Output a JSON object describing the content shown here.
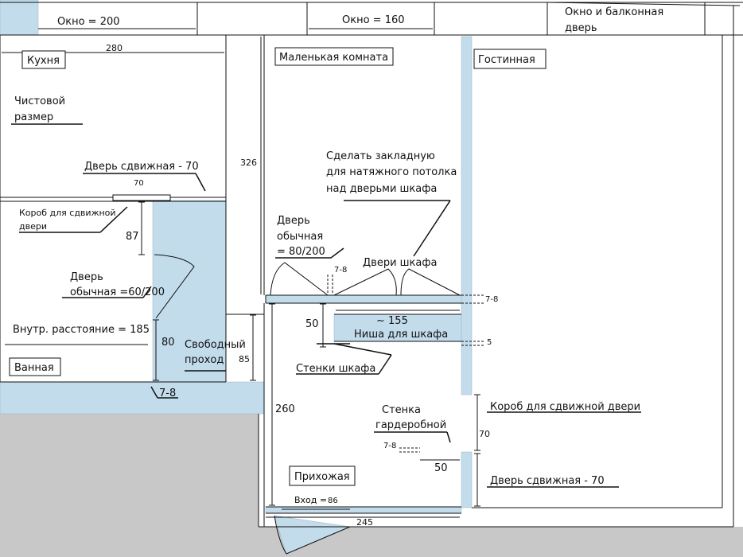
{
  "rooms": {
    "kitchen": "Кухня",
    "small_room": "Маленькая комната",
    "living_room": "Гостинная",
    "bathroom": "Ванная",
    "hallway": "Прихожая"
  },
  "windows": {
    "kitchen": "Окно = 200",
    "small_room": "Окно = 160",
    "balcony_line1": "Окно и балконная",
    "balcony_line2": "дверь"
  },
  "dimensions": {
    "kitchen_width": "280",
    "height_326": "326",
    "door_70": "70",
    "d87": "87",
    "d80": "80",
    "d85": "85",
    "d78_bath": "7-8",
    "d260": "260",
    "d50_niche": "50",
    "d155": "~ 155",
    "d78_top": "7-8",
    "d78_right": "7-8",
    "d5": "5",
    "d70_right": "70",
    "d78_wardrobe": "7-8",
    "d50_wardrobe": "50",
    "d245": "245",
    "entrance_86": "86"
  },
  "labels": {
    "clean_size_1": "Чистовой",
    "clean_size_2": "размер",
    "sliding_door_70": "Дверь сдвижная - 70",
    "sliding_box_1": "Короб для сдвижной",
    "sliding_box_2": "двери",
    "normal_door_60_1": "Дверь",
    "normal_door_60_2": "обычная =60/200",
    "inner_distance": "Внутр. расстояние = 185",
    "free_pass_1": "Свободный",
    "free_pass_2": "проход",
    "ceiling_note_1": "Сделать закладную",
    "ceiling_note_2": "для натяжного потолка",
    "ceiling_note_3": "над дверьми шкафа",
    "normal_door_80_1": "Дверь",
    "normal_door_80_2": "обычная",
    "normal_door_80_3": "= 80/200",
    "wardrobe_doors": "Двери шкафа",
    "niche": "Ниша для шкафа",
    "wardrobe_walls": "Стенки шкафа",
    "dressing_wall_1": "Стенка",
    "dressing_wall_2": "гардеробной",
    "sliding_box_right": "Короб для сдвижной двери",
    "sliding_door_right": "Дверь сдвижная - 70",
    "entrance": "Вход ="
  },
  "colors": {
    "wall": "#c3dcec",
    "line": "#111111",
    "outside": "#c8c8c8",
    "interior": "#ffffff"
  }
}
